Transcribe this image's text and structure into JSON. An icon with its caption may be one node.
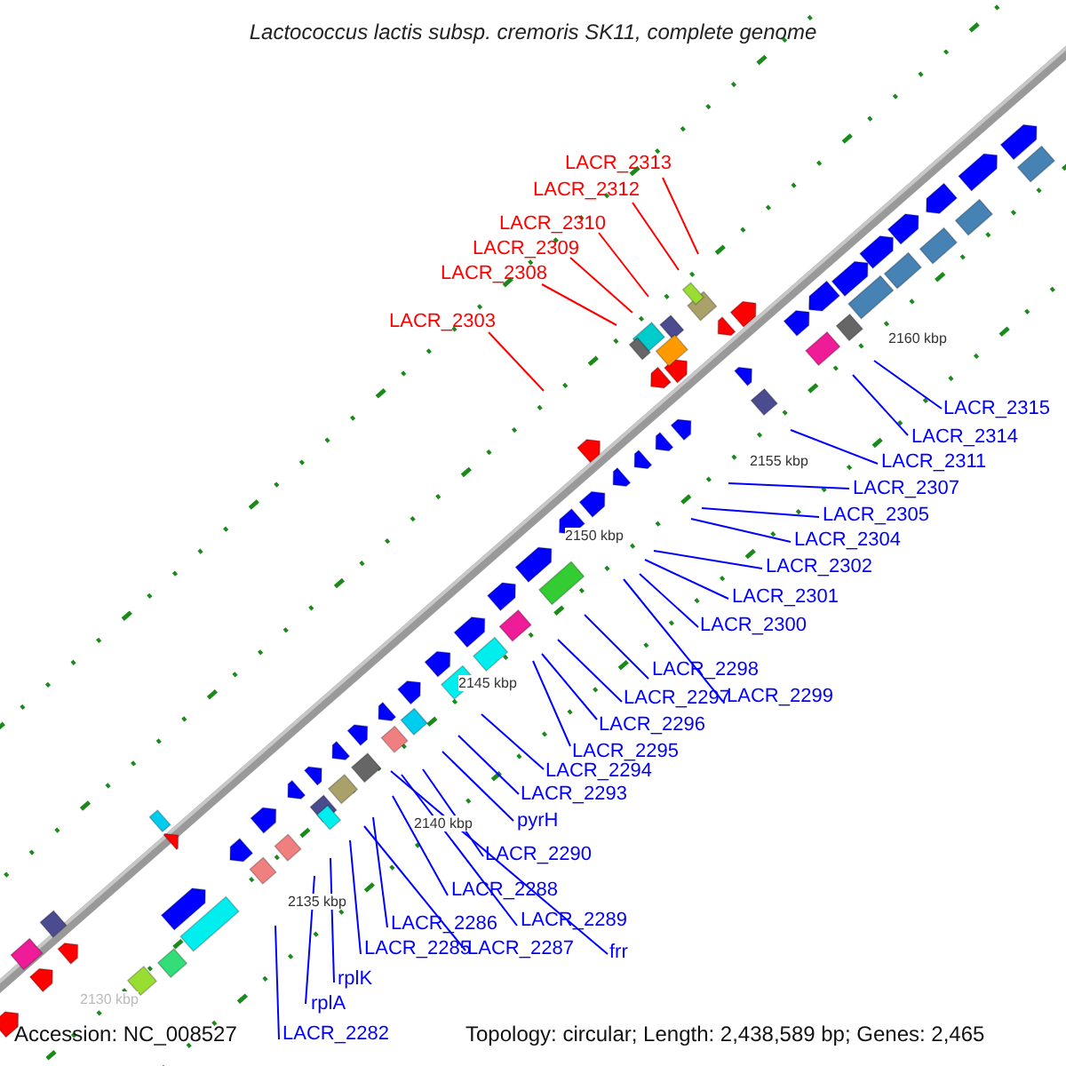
{
  "diagram": {
    "title": "Lactococcus lactis subsp. cremoris SK11, complete genome",
    "nodes": [
      {
        "text": [
          "LACR_2313"
        ]
      },
      {
        "text": [
          "LACR_2312"
        ]
      },
      {
        "text": [
          "LACR_2310"
        ]
      },
      {
        "text": [
          "LACR_2309"
        ]
      },
      {
        "text": [
          "LACR_2308"
        ]
      },
      {
        "text": [
          "LACR_2303"
        ]
      },
      {
        "text": [
          "LACR_2315"
        ]
      },
      {
        "text": [
          "LACR_2314"
        ]
      },
      {
        "text": [
          "LACR_2311"
        ]
      },
      {
        "text": [
          "LACR_2307"
        ]
      },
      {
        "text": [
          "LACR_2305"
        ]
      },
      {
        "text": [
          "LACR_2304"
        ]
      },
      {
        "text": [
          "LACR_2302"
        ]
      },
      {
        "text": [
          "LACR_2301"
        ]
      },
      {
        "text": [
          "LACR_2300"
        ]
      },
      {
        "text": [
          "LACR_2298"
        ]
      },
      {
        "text": [
          "LACR_2297"
        ]
      },
      {
        "text": [
          "LACR_2299"
        ]
      },
      {
        "text": [
          "LACR_2296"
        ]
      },
      {
        "text": [
          "LACR_2295"
        ]
      },
      {
        "text": [
          "LACR_2294"
        ]
      },
      {
        "text": [
          "LACR_2293"
        ]
      },
      {
        "text": [
          "pyrH"
        ]
      },
      {
        "text": [
          "LACR_2290"
        ]
      },
      {
        "text": [
          "LACR_2288"
        ]
      },
      {
        "text": [
          "LACR_2289"
        ]
      },
      {
        "text": [
          "frr"
        ]
      },
      {
        "text": [
          "LACR_2286"
        ]
      },
      {
        "text": [
          "LACR_2287"
        ]
      },
      {
        "text": [
          "LACR_2285"
        ]
      },
      {
        "text": [
          "rplK"
        ]
      },
      {
        "text": [
          "rplA"
        ]
      },
      {
        "text": [
          "LACR_2282"
        ]
      }
    ],
    "edges": [
      {
        "from": 0,
        "to": null,
        "arrow": "none",
        "color": "#ff0000"
      },
      {
        "from": 1,
        "to": null,
        "arrow": "none",
        "color": "#ff0000"
      },
      {
        "from": 2,
        "to": null,
        "arrow": "none",
        "color": "#ff0000"
      },
      {
        "from": 3,
        "to": null,
        "arrow": "none",
        "color": "#ff0000"
      },
      {
        "from": 4,
        "to": null,
        "arrow": "none",
        "color": "#ff0000"
      },
      {
        "from": 5,
        "to": null,
        "arrow": "none",
        "color": "#ff0000"
      },
      {
        "from": 6,
        "to": null,
        "arrow": "none"
      },
      {
        "from": 7,
        "to": null,
        "arrow": "none"
      },
      {
        "from": 8,
        "to": null,
        "arrow": "none"
      },
      {
        "from": 9,
        "to": null,
        "arrow": "none"
      },
      {
        "from": 10,
        "to": null,
        "arrow": "none"
      },
      {
        "from": 11,
        "to": null,
        "arrow": "none"
      },
      {
        "from": 12,
        "to": null,
        "arrow": "none"
      },
      {
        "from": 13,
        "to": null,
        "arrow": "none"
      },
      {
        "from": 14,
        "to": null,
        "arrow": "none"
      },
      {
        "from": 15,
        "to": null,
        "arrow": "none"
      },
      {
        "from": 16,
        "to": null,
        "arrow": "none"
      },
      {
        "from": 17,
        "to": null,
        "arrow": "none"
      },
      {
        "from": 18,
        "to": null,
        "arrow": "none"
      },
      {
        "from": 19,
        "to": null,
        "arrow": "none"
      },
      {
        "from": 20,
        "to": null,
        "arrow": "none"
      },
      {
        "from": 21,
        "to": null,
        "arrow": "none"
      },
      {
        "from": 22,
        "to": null,
        "arrow": "none"
      },
      {
        "from": 23,
        "to": null,
        "arrow": "none"
      },
      {
        "from": 24,
        "to": null,
        "arrow": "none"
      },
      {
        "from": 25,
        "to": null,
        "arrow": "none"
      },
      {
        "from": 26,
        "to": null,
        "arrow": "none"
      },
      {
        "from": 27,
        "to": null,
        "arrow": "none"
      },
      {
        "from": 28,
        "to": null,
        "arrow": "none"
      },
      {
        "from": 29,
        "to": null,
        "arrow": "none"
      },
      {
        "from": 30,
        "to": null,
        "arrow": "none"
      },
      {
        "from": 31,
        "to": null,
        "arrow": "none"
      },
      {
        "from": 32,
        "to": null,
        "arrow": "none"
      }
    ],
    "labels": [
      "2160 kbp",
      "2155 kbp",
      "2150 kbp",
      "2145 kbp",
      "2140 kbp",
      "2135 kbp",
      "2130 kbp",
      "Accession: NC_008527",
      "Topology: circular; Length: 2,438,589 bp; Genes: 2,465"
    ]
  }
}
